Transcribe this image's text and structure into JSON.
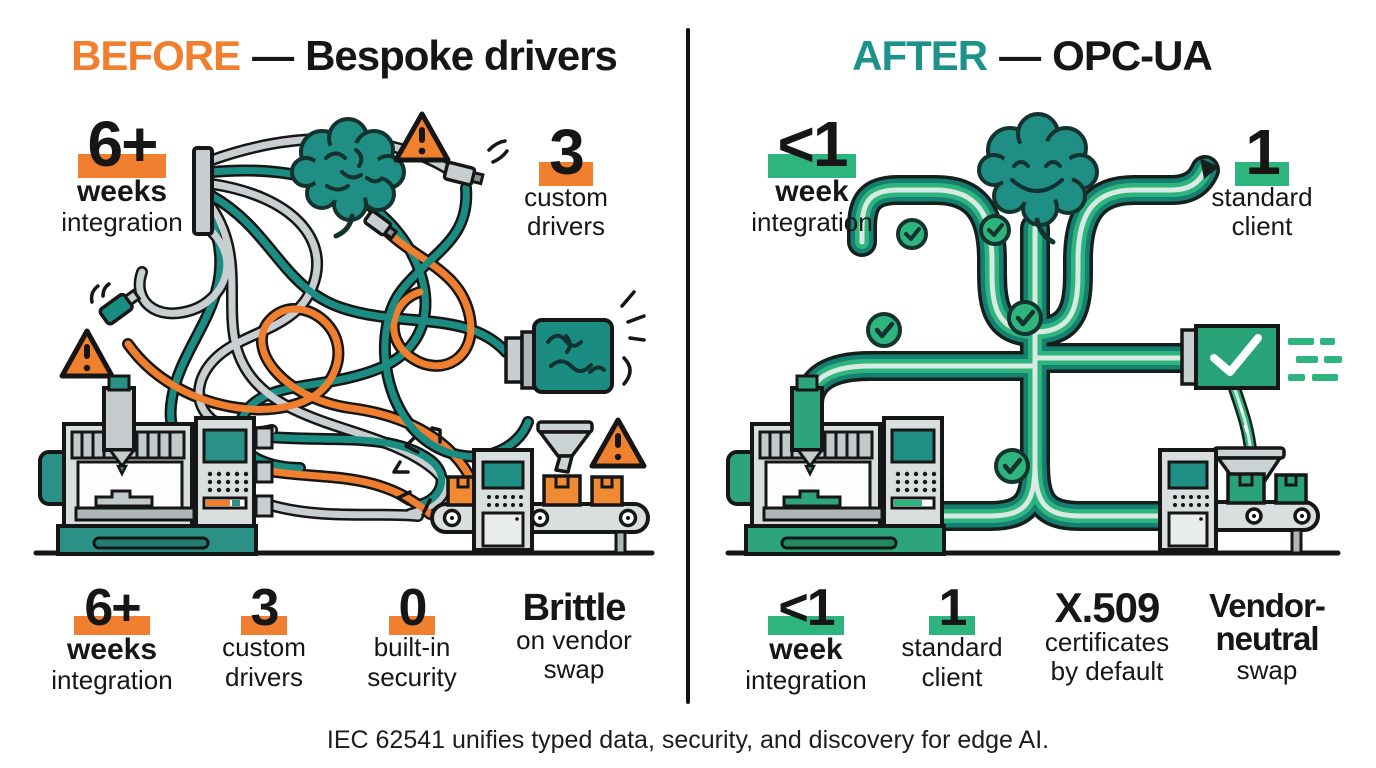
{
  "colors": {
    "accent_orange": "#F0802F",
    "accent_teal": "#1C938A",
    "accent_green": "#2EB57D",
    "wire_teal": "#1B8C82",
    "wire_gray": "#C9CFD0",
    "ink": "#161616"
  },
  "titles": {
    "dash": "—",
    "before": {
      "word": "BEFORE",
      "rest": "Bespoke drivers"
    },
    "after": {
      "word": "AFTER",
      "rest": "OPC-UA"
    }
  },
  "left": {
    "top_stats": [
      {
        "value": "6+",
        "line1": "weeks",
        "line2": "integration"
      },
      {
        "value": "3",
        "line1": "custom",
        "line2": "drivers"
      }
    ],
    "bottom_stats": [
      {
        "value": "6+",
        "line1": "weeks",
        "line2": "integration"
      },
      {
        "value": "3",
        "line1": "custom",
        "line2": "drivers"
      },
      {
        "value": "0",
        "line1": "built-in",
        "line2": "security"
      },
      {
        "value": "Brittle",
        "line1": "on vendor",
        "line2": "swap"
      }
    ]
  },
  "right": {
    "top_stats": [
      {
        "value": "<1",
        "line1": "week",
        "line2": "integration"
      },
      {
        "value": "1",
        "line1": "standard",
        "line2": "client"
      }
    ],
    "bottom_stats": [
      {
        "value": "<1",
        "line1": "week",
        "line2": "integration"
      },
      {
        "value": "1",
        "line1": "standard",
        "line2": "client"
      },
      {
        "value": "X.509",
        "line1": "certificates",
        "line2": "by default"
      },
      {
        "value": "Vendor-",
        "line1": "neutral",
        "line2": "swap"
      }
    ]
  },
  "caption": "IEC 62541 unifies typed data, security, and discovery for edge AI."
}
